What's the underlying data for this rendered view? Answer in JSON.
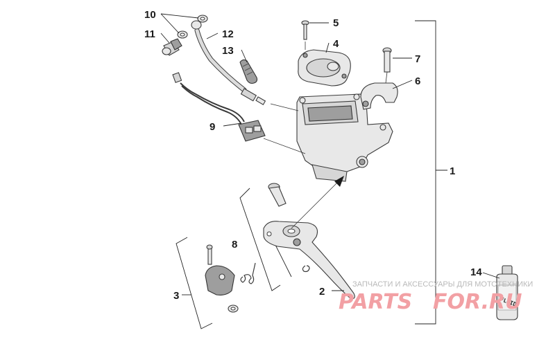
{
  "callouts": {
    "c1": "1",
    "c2": "2",
    "c3": "3",
    "c4": "4",
    "c5": "5",
    "c6": "6",
    "c7": "7",
    "c8": "8",
    "c9": "9",
    "c10": "10",
    "c11": "11",
    "c12": "12",
    "c13": "13",
    "c14": "14"
  },
  "bottle_label": "FLUID",
  "watermark": {
    "tagline": "ЗАПЧАСТИ И АКСЕССУАРЫ ДЛЯ МОТОТЕХНИКИ",
    "brand_left": "PARTS",
    "brand_right": "FOR.RU"
  }
}
